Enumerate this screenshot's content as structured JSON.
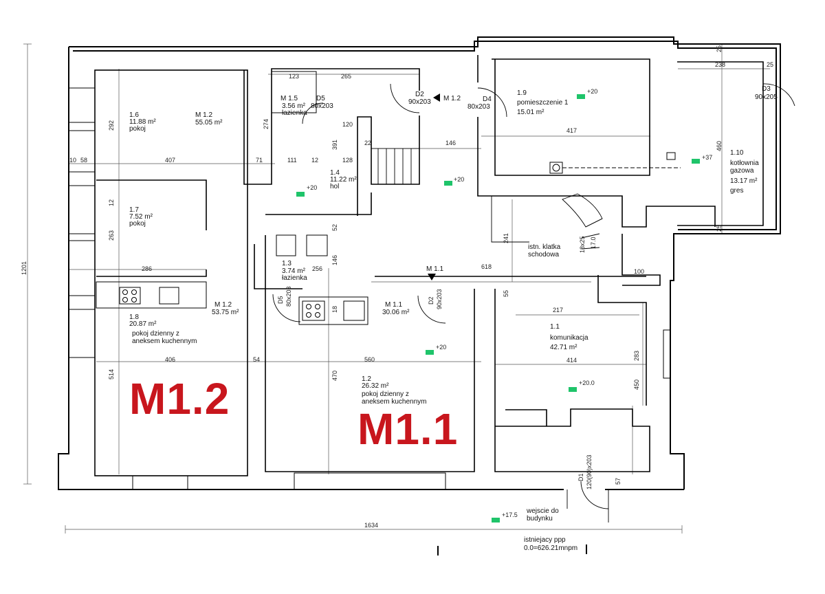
{
  "rooms": [
    {
      "id": "1.6",
      "name": "pokoj",
      "area": "11.88 m²"
    },
    {
      "id": "1.7",
      "name": "pokoj",
      "area": "7.52 m²"
    },
    {
      "id": "1.8",
      "name": "pokoj dzienny z\naneksem kuchennym",
      "area": "20.87 m²"
    },
    {
      "id": "M 1.5",
      "name": "łazienka",
      "area": "3.56 m²"
    },
    {
      "id": "1.4",
      "name": "hol",
      "area": "11.22 m²"
    },
    {
      "id": "1.3",
      "name": "łazienka",
      "area": "3.74 m²"
    },
    {
      "id": "1.2",
      "name": "pokoj dzienny z\naneksem kuchennym",
      "area": "26.32 m²"
    },
    {
      "id": "1.9",
      "name": "pomieszczenie 1",
      "area": "15.01 m²"
    },
    {
      "id": "1.10",
      "name": "kotłownia\ngazowa",
      "area": "13.17 m²",
      "note": "gres"
    },
    {
      "id": "1.1",
      "name": "komunikacja",
      "area": "42.71 m²"
    }
  ],
  "units": [
    {
      "label": "M 1.2",
      "area": "55.05 m²"
    },
    {
      "label": "M 1.2",
      "area": "53.75 m²"
    },
    {
      "label": "M 1.1",
      "area": "30.06 m²"
    },
    {
      "label": "M 1.2"
    },
    {
      "label": "M 1.1"
    }
  ],
  "big_labels": [
    "M1.2",
    "M1.1"
  ],
  "doors": [
    {
      "id": "D2",
      "size": "90x203"
    },
    {
      "id": "D4",
      "size": "80x203"
    },
    {
      "id": "D3",
      "size": "90x205"
    },
    {
      "id": "D5",
      "size": "80x203"
    },
    {
      "id": "D5",
      "size": "80x203"
    },
    {
      "id": "D2",
      "size": "90x203"
    },
    {
      "id": "D1",
      "size": "120(90)x203"
    }
  ],
  "stair_label": "istn. klatka\nschodowa",
  "stair_dims": [
    "18x25",
    "17.0"
  ],
  "levels": [
    "+20",
    "+20",
    "+20",
    "+37",
    "+20",
    "+20.0",
    "+17.5"
  ],
  "entrance": "wejscie do\nbudynku",
  "reference": {
    "line1": "istniejacy ppp",
    "line2": "0.0=626.21mnpm"
  },
  "dimensions": {
    "d1634": "1634",
    "d1201": "1201",
    "d407": "407",
    "d10": "10",
    "d58": "58",
    "d71": "71",
    "d111": "111",
    "d12a": "12",
    "d123": "123",
    "d265": "265",
    "d274": "274",
    "d120": "120",
    "d391": "391",
    "d22": "22",
    "d128": "128",
    "d146a": "146",
    "d417": "417",
    "d238": "238",
    "d25a": "25",
    "d25b": "25",
    "d25c": "25",
    "d460": "460",
    "d292": "292",
    "d12b": "12",
    "d263": "263",
    "d286": "286",
    "d52": "52",
    "d256": "256",
    "d146b": "146",
    "d18": "18",
    "d618": "618",
    "d241": "241",
    "d100": "100",
    "d55": "55",
    "d217": "217",
    "d406": "406",
    "d54": "54",
    "d560": "560",
    "d414": "414",
    "d283": "283",
    "d514": "514",
    "d470": "470",
    "d450": "450",
    "d57": "57"
  }
}
